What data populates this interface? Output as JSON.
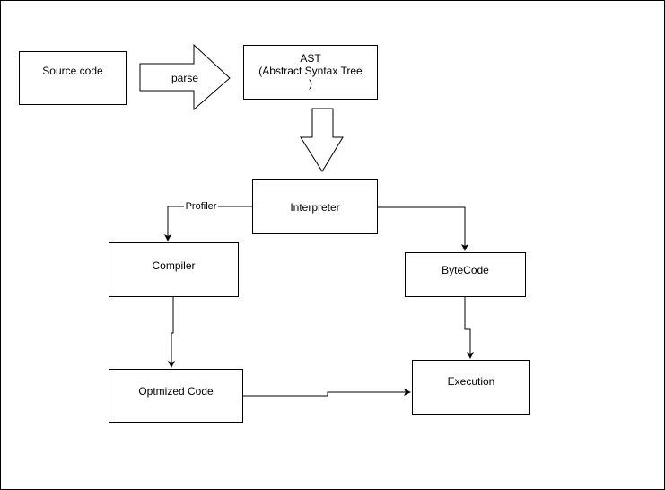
{
  "nodes": {
    "source_code": "Source code",
    "ast_line1": "AST",
    "ast_line2": "(Abstract Syntax Tree",
    "ast_line3": ")",
    "interpreter": "Interpreter",
    "compiler": "Compiler",
    "bytecode": "ByteCode",
    "optimized_code": "Optmized Code",
    "execution": "Execution"
  },
  "edges": {
    "parse": "parse",
    "profiler": "Profiler"
  }
}
